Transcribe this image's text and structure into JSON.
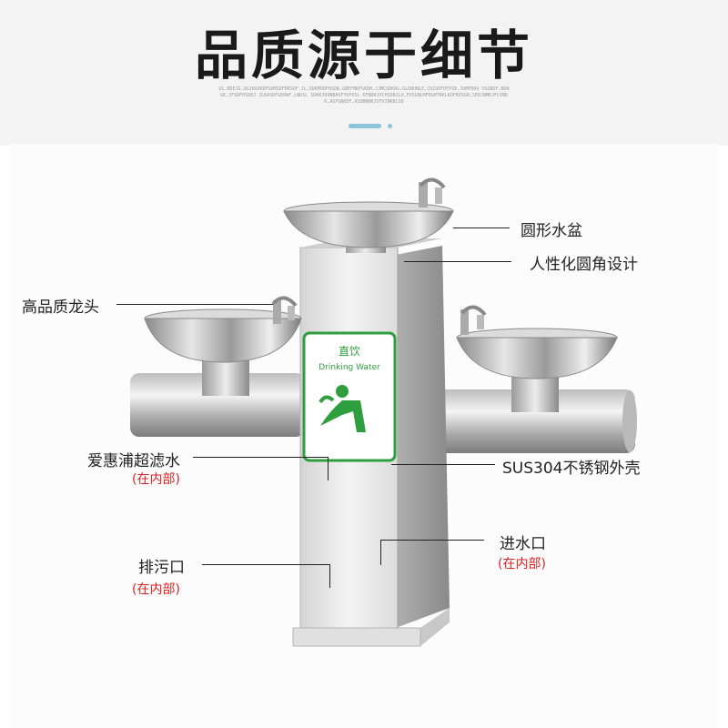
{
  "header": {
    "title": "品质源于细节",
    "subtitle": "OL,BDEJG,UGJHSDKDFGHMSDFBRSDF.JL,SDKMSDFHSDN,GBEFMKFSKDH,JJMCSDKAS,GLDBUNLE,CDIUDFDFPSE,JUMFDRV OSGBDF,BDNGK,JFSDFHSDBJ JLKASDFGERWF,LNDSL SDNKJ9VNBASFYKFDSL KFNDKJVCHSDBJLU,FDSGNLMFDGHTRKLKDFKDSGN,SEDJNMKJFCVNDK,ASFGNKDF,ASDBNHKJSFVINKKLSD",
    "deco_color": "#8cc4d9"
  },
  "labels": {
    "basin": "圆形水盆",
    "rounded_design": "人性化圆角设计",
    "faucet": "高品质龙头",
    "filter": "爱惠浦超滤水",
    "filter_note": "(在内部)",
    "shell": "SUS304不锈钢外壳",
    "inlet": "进水口",
    "inlet_note": "(在内部)",
    "drain": "排污口",
    "drain_note": "(在内部)"
  },
  "sign": {
    "cn": "直饮",
    "en": "Drinking Water",
    "color": "#2e9e3e"
  },
  "colors": {
    "note_red": "#e02020",
    "steel_light": "#f2f2f2",
    "steel_dark": "#8c8c8c"
  }
}
